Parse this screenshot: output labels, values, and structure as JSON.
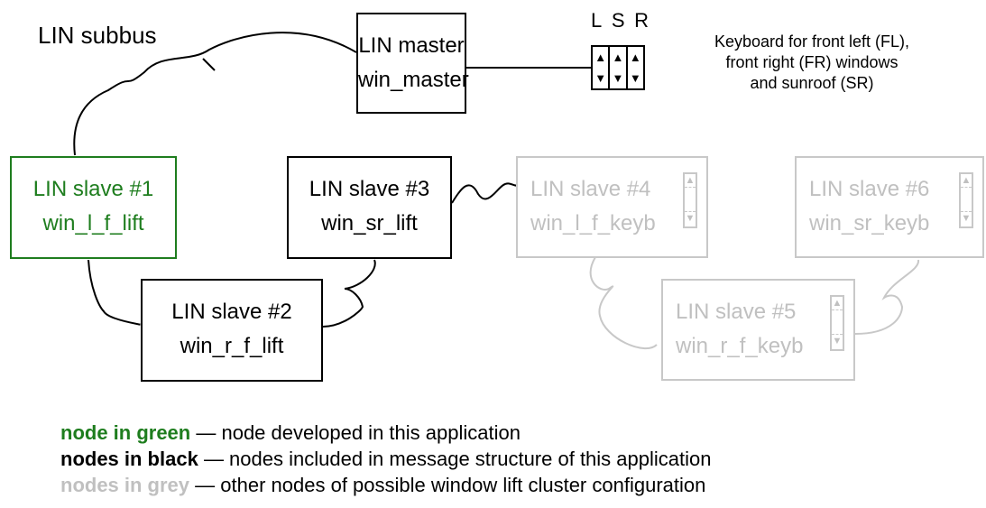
{
  "bus_label": "LIN subbus",
  "master": {
    "title": "LIN master",
    "name": "win_master"
  },
  "keyboard": {
    "columns": [
      "L",
      "S",
      "R"
    ],
    "description": [
      "Keyboard for front left (FL),",
      "front right (FR) windows",
      "and sunroof (SR)"
    ]
  },
  "nodes": {
    "slave1": {
      "title": "LIN slave #1",
      "name": "win_l_f_lift",
      "group": "green"
    },
    "slave2": {
      "title": "LIN slave #2",
      "name": "win_r_f_lift",
      "group": "black"
    },
    "slave3": {
      "title": "LIN slave #3",
      "name": "win_sr_lift",
      "group": "black"
    },
    "slave4": {
      "title": "LIN slave #4",
      "name": "win_l_f_keyb",
      "group": "grey"
    },
    "slave5": {
      "title": "LIN slave #5",
      "name": "win_r_f_keyb",
      "group": "grey"
    },
    "slave6": {
      "title": "LIN slave #6",
      "name": "win_sr_keyb",
      "group": "grey"
    }
  },
  "legend": [
    {
      "key": "node in green",
      "text": " — node developed in this application",
      "color": "#1e7d1e"
    },
    {
      "key": "nodes in black",
      "text": " — nodes included in message structure of this application",
      "color": "#000000"
    },
    {
      "key": "nodes in grey",
      "text": " — other nodes of possible window lift cluster configuration",
      "color": "#c0c0c0"
    }
  ],
  "colors": {
    "green": "#1e7d1e",
    "black": "#000000",
    "grey": "#c0c0c0"
  }
}
